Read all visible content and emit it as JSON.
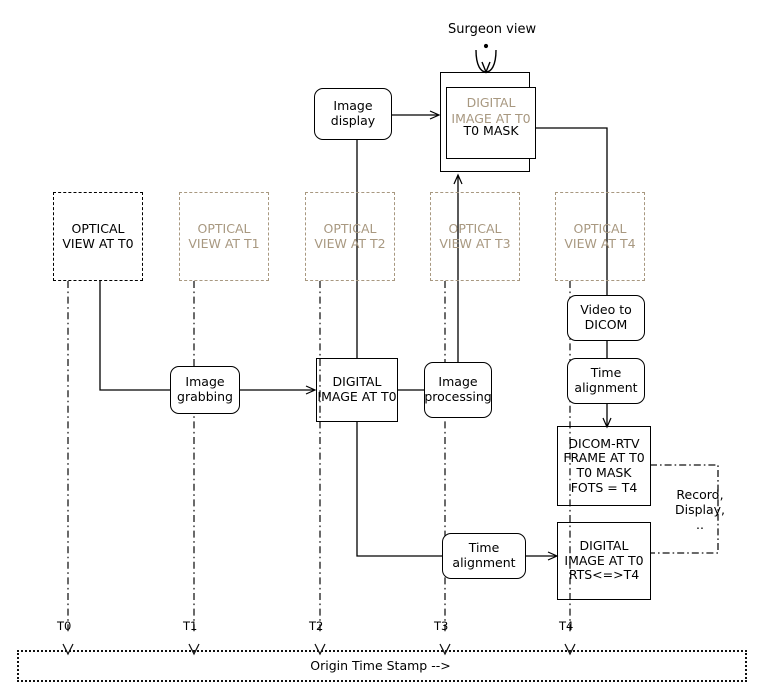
{
  "diagram": {
    "title": "Surgeon view",
    "timeline": {
      "axis_label": "Origin Time Stamp -->",
      "ticks": [
        "T0",
        "T1",
        "T2",
        "T3",
        "T4"
      ]
    },
    "colors": {
      "active": "#000000",
      "ghost": "#a89880",
      "background": "#ffffff"
    },
    "optical_views": [
      {
        "id": "t0",
        "line1": "OPTICAL",
        "line2": "VIEW AT T0",
        "state": "active"
      },
      {
        "id": "t1",
        "line1": "OPTICAL",
        "line2": "VIEW AT T1",
        "state": "ghost"
      },
      {
        "id": "t2",
        "line1": "OPTICAL",
        "line2": "VIEW AT T2",
        "state": "ghost"
      },
      {
        "id": "t3",
        "line1": "OPTICAL",
        "line2": "VIEW AT T3",
        "state": "ghost"
      },
      {
        "id": "t4",
        "line1": "OPTICAL",
        "line2": "VIEW AT T4",
        "state": "ghost"
      }
    ],
    "nodes": {
      "image_display": {
        "line1": "Image",
        "line2": "display"
      },
      "image_grabbing": {
        "line1": "Image",
        "line2": "grabbing"
      },
      "image_processing": {
        "line1": "Image",
        "line2": "processing"
      },
      "video_to_dicom": {
        "line1": "Video to",
        "line2": "DICOM"
      },
      "time_align_top": {
        "line1": "Time",
        "line2": "alignment"
      },
      "time_align_bottom": {
        "line1": "Time",
        "line2": "alignment"
      },
      "digital_image_t0": {
        "line1": "DIGITAL",
        "line2": "IMAGE AT T0"
      },
      "t0_mask": {
        "ghost_line1": "DIGITAL",
        "ghost_line2": "IMAGE AT T0",
        "fore_line": "T0 MASK"
      },
      "dicom_rtv": {
        "line1": "DICOM-RTV",
        "line2": "FRAME AT  T0",
        "line3": "T0 MASK",
        "line4": "FOTS = T4"
      },
      "digital_image_rts": {
        "line1": "DIGITAL",
        "line2": "IMAGE AT T0",
        "line3": "RTS<=>T4"
      },
      "record_display": {
        "line1": "Record,",
        "line2": "Display,",
        "line3": ".."
      }
    }
  }
}
